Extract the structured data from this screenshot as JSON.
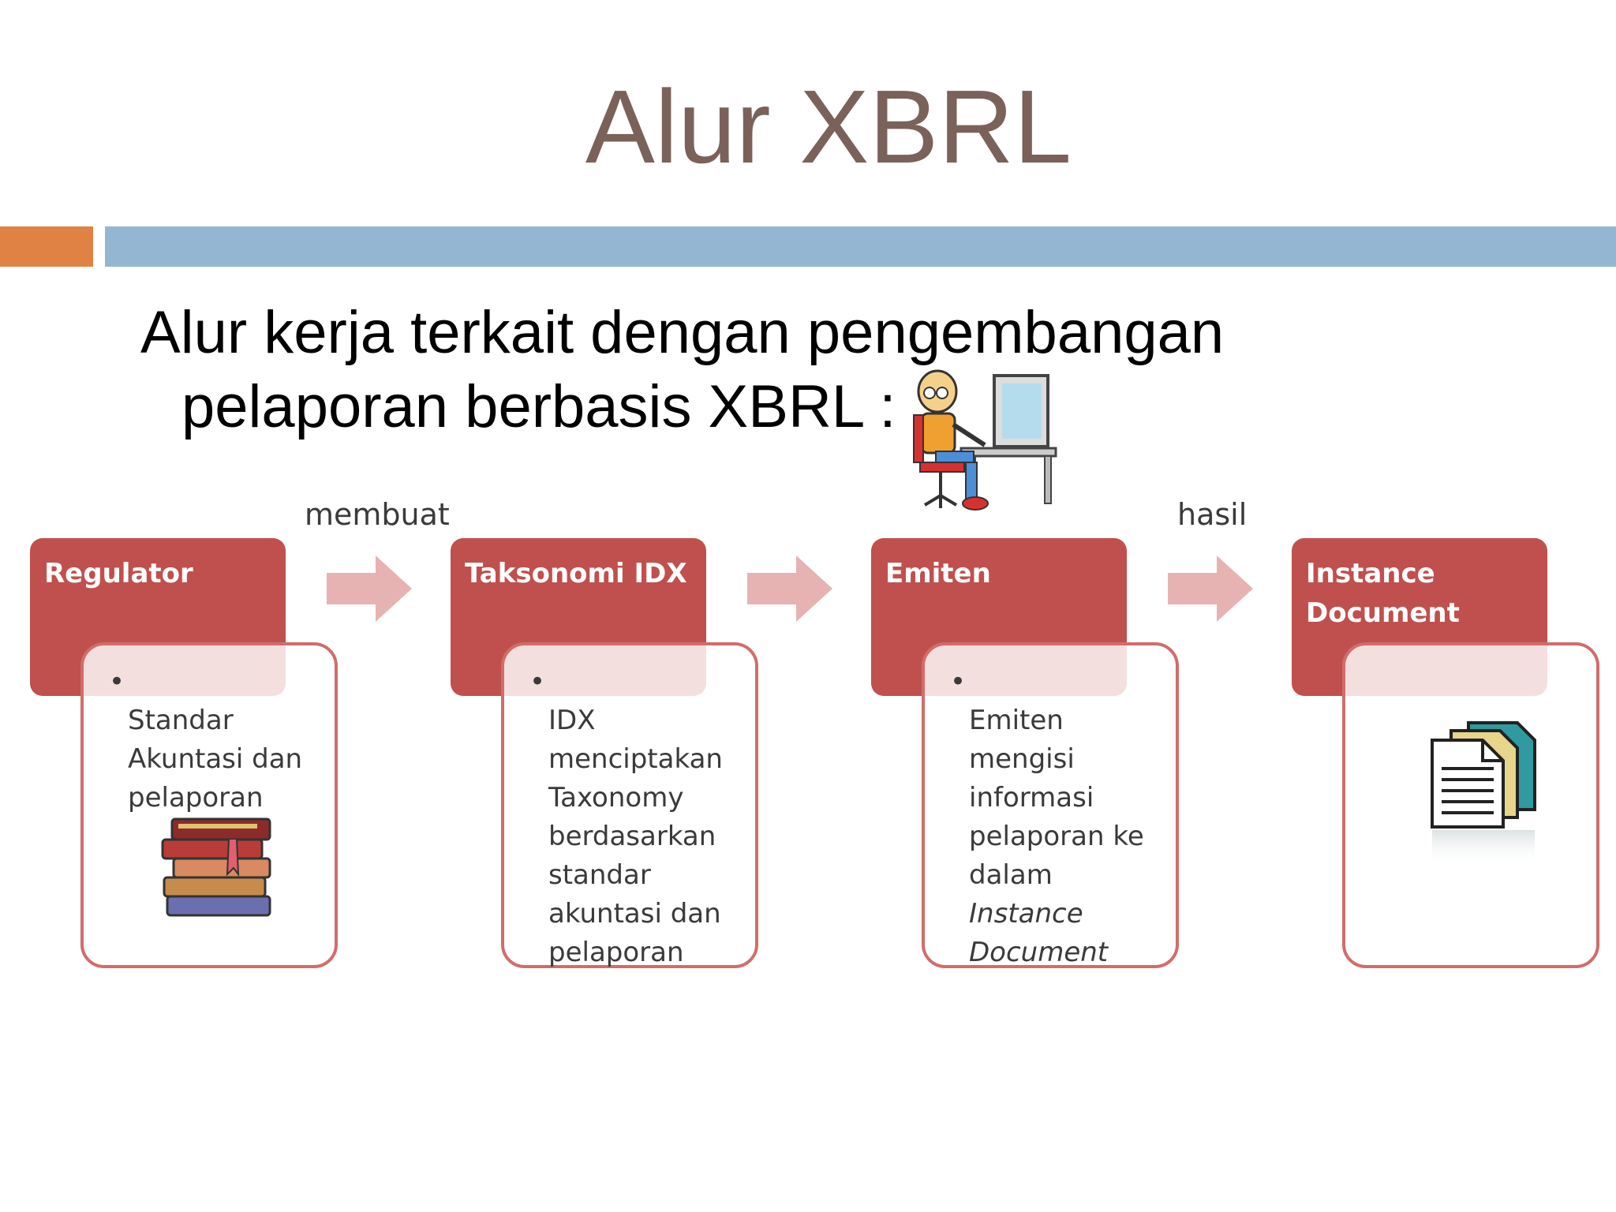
{
  "slide": {
    "title": "Alur XBRL",
    "subtitle_line1": "Alur kerja terkait dengan pengembangan",
    "subtitle_line2": "pelaporan berbasis XBRL :"
  },
  "flow_labels": {
    "first": "membuat",
    "last": "hasil"
  },
  "steps": [
    {
      "title": "Regulator",
      "bullet": "Standar Akuntasi dan pelaporan",
      "icon": "books-icon"
    },
    {
      "title": "Taksonomi IDX",
      "bullet": "IDX menciptakan Taxonomy berdasarkan standar akuntasi dan pelaporan"
    },
    {
      "title": "Emiten",
      "bullet": "Emiten mengisi informasi pelaporan ke dalam",
      "bullet_italic": "Instance Document"
    },
    {
      "title": "Instance Document",
      "icon": "documents-icon"
    }
  ],
  "illustration": "person-at-computer-icon",
  "colors": {
    "header": "#c0504d",
    "card_border": "#d06d6a",
    "arrow": "#e7b3b2",
    "bar_orange": "#df8244",
    "bar_blue": "#94b6d2",
    "title": "#7a625a"
  }
}
